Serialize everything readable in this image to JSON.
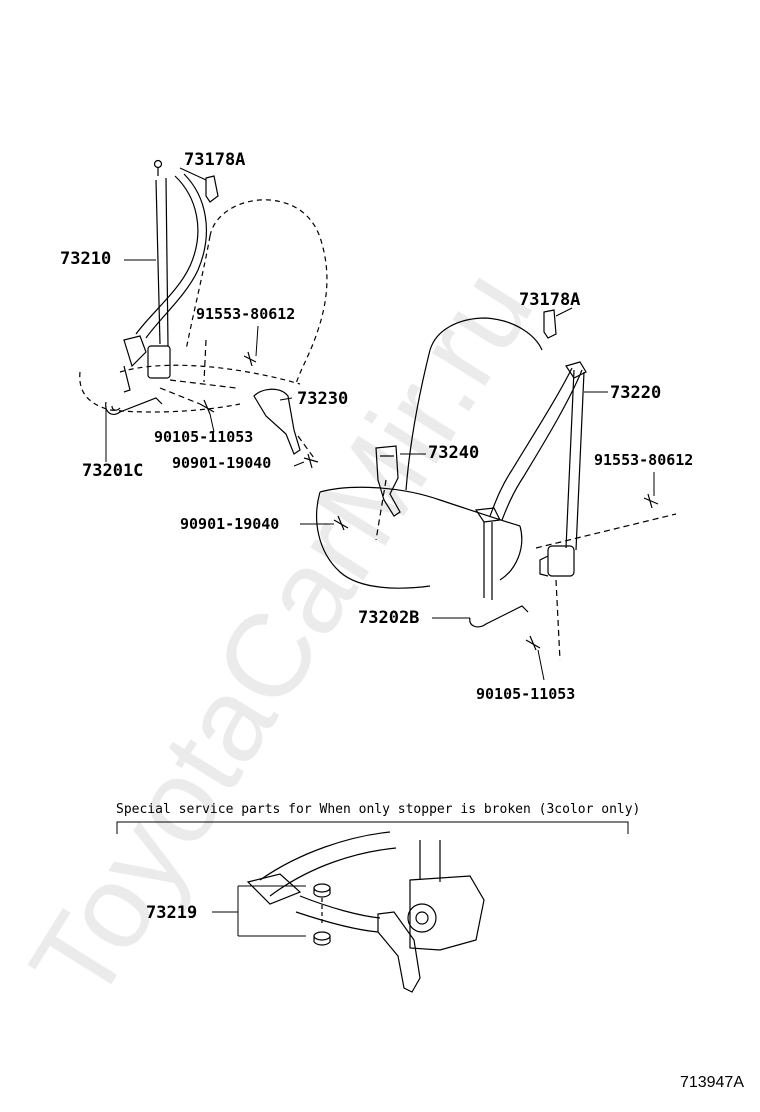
{
  "watermark": "ToyotaCarMir.ru",
  "parts": {
    "p73178A_left": "73178A",
    "p73210": "73210",
    "p91553_left": "91553-80612",
    "p73230": "73230",
    "p90105_left": "90105-11053",
    "p73201C": "73201C",
    "p90901_top": "90901-19040",
    "p73178A_right": "73178A",
    "p73220": "73220",
    "p73240": "73240",
    "p91553_right": "91553-80612",
    "p90901_bottom": "90901-19040",
    "p73202B": "73202B",
    "p90105_right": "90105-11053",
    "p73219": "73219"
  },
  "note": "Special service parts for When only stopper is broken (3color only)",
  "illustration_code": "713947A"
}
